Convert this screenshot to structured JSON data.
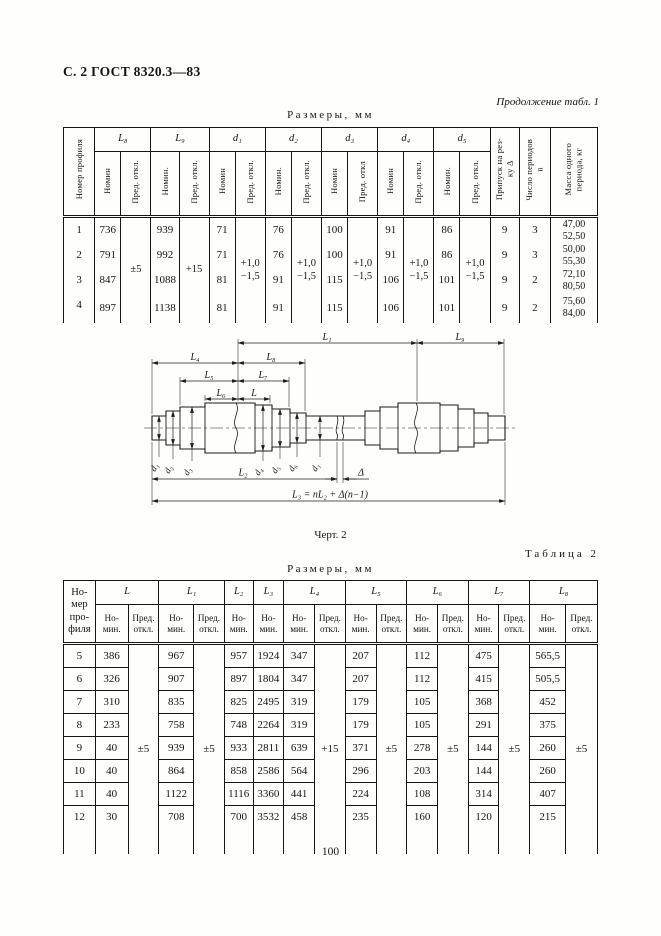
{
  "page": {
    "header": "С. 2 ГОСТ 8320.3—83",
    "continuation": "Продолжение табл. 1",
    "number": "100"
  },
  "table1": {
    "caption": "Размеры, мм",
    "col_profile": "Номер профиля",
    "col_allowance": "Припуск на рез-\nку Δ",
    "col_periods": "Число периодов\nn",
    "col_mass": "Масса одного\nпериода, кг",
    "groups": [
      {
        "label": "L₈",
        "nom": "Номин",
        "pred": "Пред. откл."
      },
      {
        "label": "L₉",
        "nom": "Номин.",
        "pred": "Пред. откл."
      },
      {
        "label": "d₁",
        "nom": "Номин",
        "pred": "Пред. откл."
      },
      {
        "label": "d₂",
        "nom": "Номин.",
        "pred": "Пред. откл."
      },
      {
        "label": "d₃",
        "nom": "Номин",
        "pred": "Пред. откл"
      },
      {
        "label": "d₄",
        "nom": "Номин",
        "pred": "Пред. откл."
      },
      {
        "label": "d₅",
        "nom": "Номин.",
        "pred": "Пред. откл."
      }
    ],
    "tol": {
      "L8": "±5",
      "L9": "+15",
      "d1": "+1,0\n−1,5",
      "d2": "+1,0\n−1,5",
      "d3": "+1,0\n−1,5",
      "d4": "+1,0\n−1,5",
      "d5": "+1,0\n−1,5"
    },
    "rows": [
      {
        "num": "1",
        "L8": "736",
        "L9": "939",
        "d1": "71",
        "d2": "76",
        "d3": "100",
        "d4": "91",
        "d5": "86",
        "allow": "9",
        "periods": "3",
        "mass": "47,00\n52,50"
      },
      {
        "num": "2",
        "L8": "791",
        "L9": "992",
        "d1": "71",
        "d2": "76",
        "d3": "100",
        "d4": "91",
        "d5": "86",
        "allow": "9",
        "periods": "3",
        "mass": "50,00\n55,30"
      },
      {
        "num": "3",
        "L8": "847",
        "L9": "1088",
        "d1": "81",
        "d2": "91",
        "d3": "115",
        "d4": "106",
        "d5": "101",
        "allow": "9",
        "periods": "2",
        "mass": "72,10\n80,50"
      },
      {
        "num": "4",
        "L8": "897",
        "L9": "1138",
        "d1": "81",
        "d2": "91",
        "d3": "115",
        "d4": "106",
        "d5": "101",
        "allow": "9",
        "periods": "2",
        "mass": "75,60\n84,00"
      }
    ]
  },
  "drawing": {
    "caption": "Черт. 2",
    "dims": {
      "l1": "L₁",
      "l9": "L₉",
      "l4": "L₄",
      "l8": "L₈",
      "l5": "L₅",
      "l7": "L₇",
      "l6": "L₆",
      "l": "L",
      "l2": "L₂",
      "delta": "Δ",
      "formula": "L₃ = nL₂ + Δ(n−1)"
    },
    "d": [
      "d₁",
      "d₂",
      "d₃",
      "d₄",
      "d₅",
      "d₆",
      "d₁"
    ]
  },
  "table2": {
    "label": "Таблица 2",
    "caption": "Размеры, мм",
    "col_profile": "Но-\nмер\nпро-\nфиля",
    "sub": {
      "nom": "Но-\nмин.",
      "pred": "Пред.\nоткл."
    },
    "group_labels": [
      "L",
      "L₁",
      "L₂",
      "L₃",
      "L₄",
      "L₅",
      "L₆",
      "L₇",
      "L₈"
    ],
    "tol": {
      "L": "±5",
      "L1": "±5",
      "L4": "+15",
      "L5": "±5",
      "L6": "±5",
      "L7": "±5",
      "L8": "±5"
    },
    "rows": [
      {
        "num": "5",
        "L": "386",
        "L1": "967",
        "L2": "957",
        "L3": "1924",
        "L4": "347",
        "L5": "207",
        "L6": "112",
        "L7": "475",
        "L8": "565,5"
      },
      {
        "num": "6",
        "L": "326",
        "L1": "907",
        "L2": "897",
        "L3": "1804",
        "L4": "347",
        "L5": "207",
        "L6": "112",
        "L7": "415",
        "L8": "505,5"
      },
      {
        "num": "7",
        "L": "310",
        "L1": "835",
        "L2": "825",
        "L3": "2495",
        "L4": "319",
        "L5": "179",
        "L6": "105",
        "L7": "368",
        "L8": "452"
      },
      {
        "num": "8",
        "L": "233",
        "L1": "758",
        "L2": "748",
        "L3": "2264",
        "L4": "319",
        "L5": "179",
        "L6": "105",
        "L7": "291",
        "L8": "375"
      },
      {
        "num": "9",
        "L": "40",
        "L1": "939",
        "L2": "933",
        "L3": "2811",
        "L4": "639",
        "L5": "371",
        "L6": "278",
        "L7": "144",
        "L8": "260"
      },
      {
        "num": "10",
        "L": "40",
        "L1": "864",
        "L2": "858",
        "L3": "2586",
        "L4": "564",
        "L5": "296",
        "L6": "203",
        "L7": "144",
        "L8": "260"
      },
      {
        "num": "11",
        "L": "40",
        "L1": "1122",
        "L2": "1116",
        "L3": "3360",
        "L4": "441",
        "L5": "224",
        "L6": "108",
        "L7": "314",
        "L8": "407"
      },
      {
        "num": "12",
        "L": "30",
        "L1": "708",
        "L2": "700",
        "L3": "3532",
        "L4": "458",
        "L5": "235",
        "L6": "160",
        "L7": "120",
        "L8": "215"
      }
    ]
  }
}
